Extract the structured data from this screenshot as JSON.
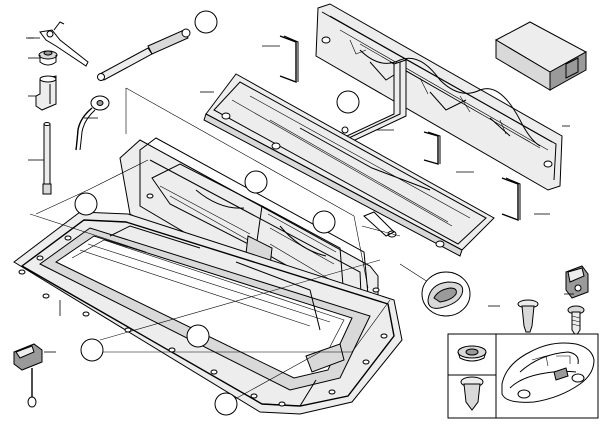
{
  "diagram": {
    "type": "exploded-parts-view",
    "callout_count": 8,
    "colors": {
      "line": "#000000",
      "fill_light": "#ededed",
      "fill_mid": "#d9d9d9",
      "fill_dark": "#9a9a9a",
      "background": "#ffffff"
    },
    "parts": [
      "tool-handle",
      "grommet-clip",
      "gas-strut",
      "hinge-pin",
      "bracket-clip",
      "rubber-cap",
      "pin-rod",
      "hinge-arm",
      "storage-box",
      "rear-trim-panel",
      "slide-bracket-left",
      "slide-bracket-mid",
      "slide-bracket-right",
      "upper-trim-panel",
      "cover-frame",
      "floor-tray",
      "wire-cap",
      "bumper-detail",
      "clip",
      "screw",
      "expanding-rivet",
      "push-clip",
      "vehicle-location-thumbnail"
    ]
  }
}
